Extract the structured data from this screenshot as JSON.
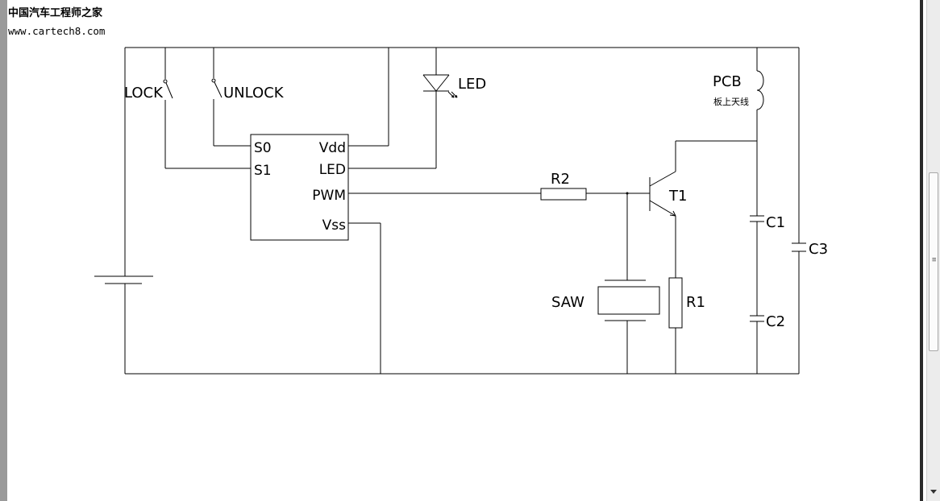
{
  "watermark": {
    "title": "中国汽车工程师之家",
    "url": "www.cartech8.com"
  },
  "ic": {
    "pins_left": [
      "S0",
      "S1"
    ],
    "pins_right": [
      "Vdd",
      "LED",
      "PWM",
      "Vss"
    ]
  },
  "labels": {
    "lock": "LOCK",
    "unlock": "UNLOCK",
    "led": "LED",
    "pcb": "PCB",
    "antenna": "板上天线",
    "r2": "R2",
    "t1": "T1",
    "saw": "SAW",
    "r1": "R1",
    "c1": "C1",
    "c2": "C2",
    "c3": "C3"
  },
  "colors": {
    "wire": "#000000",
    "background": "#ffffff"
  }
}
